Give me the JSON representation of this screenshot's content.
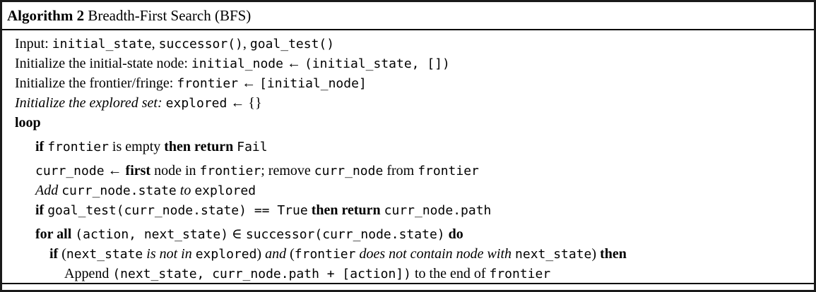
{
  "colors": {
    "background": "#ffffff",
    "frame_border": "#1a1a1a",
    "rule": "#000000",
    "text": "#000000"
  },
  "header": {
    "label": "Algorithm 2",
    "title": " Breadth-First Search (BFS)"
  },
  "lines": [
    {
      "indent": 0,
      "gap": false,
      "runs": [
        {
          "style": "rm",
          "text": "Input: "
        },
        {
          "style": "tt",
          "text": "initial_state"
        },
        {
          "style": "rm",
          "text": ", "
        },
        {
          "style": "tt",
          "text": "successor()"
        },
        {
          "style": "rm",
          "text": ", "
        },
        {
          "style": "tt",
          "text": "goal_test()"
        }
      ]
    },
    {
      "indent": 0,
      "gap": false,
      "runs": [
        {
          "style": "rm",
          "text": "Initialize the initial-state node: "
        },
        {
          "style": "tt",
          "text": "initial_node"
        },
        {
          "style": "rm",
          "text": " ← "
        },
        {
          "style": "tt",
          "text": "(initial_state, [])"
        }
      ]
    },
    {
      "indent": 0,
      "gap": false,
      "runs": [
        {
          "style": "rm",
          "text": "Initialize the frontier/fringe: "
        },
        {
          "style": "tt",
          "text": "frontier"
        },
        {
          "style": "rm",
          "text": " ← "
        },
        {
          "style": "tt",
          "text": "[initial_node]"
        }
      ]
    },
    {
      "indent": 0,
      "gap": false,
      "runs": [
        {
          "style": "it",
          "text": "Initialize the explored set: "
        },
        {
          "style": "tt",
          "text": "explored"
        },
        {
          "style": "rm",
          "text": " ← {}"
        }
      ]
    },
    {
      "indent": 0,
      "gap": false,
      "runs": [
        {
          "style": "b",
          "text": "loop"
        }
      ]
    },
    {
      "indent": 1,
      "gap": true,
      "runs": [
        {
          "style": "b",
          "text": "if "
        },
        {
          "style": "tt",
          "text": "frontier"
        },
        {
          "style": "rm",
          "text": " is empty "
        },
        {
          "style": "b",
          "text": "then return "
        },
        {
          "style": "tt",
          "text": "Fail"
        }
      ]
    },
    {
      "indent": 1,
      "gap": true,
      "runs": [
        {
          "style": "tt",
          "text": "curr_node"
        },
        {
          "style": "rm",
          "text": " ← "
        },
        {
          "style": "b",
          "text": "first"
        },
        {
          "style": "rm",
          "text": " node in "
        },
        {
          "style": "tt",
          "text": "frontier"
        },
        {
          "style": "rm",
          "text": "; remove "
        },
        {
          "style": "tt",
          "text": "curr_node"
        },
        {
          "style": "rm",
          "text": " from "
        },
        {
          "style": "tt",
          "text": "frontier"
        }
      ]
    },
    {
      "indent": 1,
      "gap": false,
      "runs": [
        {
          "style": "it",
          "text": "Add "
        },
        {
          "style": "tt",
          "text": "curr_node.state"
        },
        {
          "style": "it",
          "text": " to "
        },
        {
          "style": "tt",
          "text": "explored"
        }
      ]
    },
    {
      "indent": 1,
      "gap": false,
      "runs": [
        {
          "style": "b",
          "text": "if "
        },
        {
          "style": "tt",
          "text": "goal_test(curr_node.state) == True"
        },
        {
          "style": "b",
          "text": " then return "
        },
        {
          "style": "tt",
          "text": "curr_node.path"
        }
      ]
    },
    {
      "indent": 1,
      "gap": true,
      "runs": [
        {
          "style": "b",
          "text": "for all "
        },
        {
          "style": "tt",
          "text": "(action, next_state)"
        },
        {
          "style": "rm",
          "text": " ∈ "
        },
        {
          "style": "tt",
          "text": "successor(curr_node.state)"
        },
        {
          "style": "b",
          "text": " do"
        }
      ]
    },
    {
      "indent": 2,
      "gap": false,
      "runs": [
        {
          "style": "b",
          "text": "if "
        },
        {
          "style": "rm",
          "text": "("
        },
        {
          "style": "tt",
          "text": "next_state"
        },
        {
          "style": "it",
          "text": " is not in "
        },
        {
          "style": "tt",
          "text": "explored"
        },
        {
          "style": "rm",
          "text": ") "
        },
        {
          "style": "it",
          "text": "and"
        },
        {
          "style": "rm",
          "text": " ("
        },
        {
          "style": "tt",
          "text": "frontier"
        },
        {
          "style": "it",
          "text": " does not contain node with "
        },
        {
          "style": "tt",
          "text": "next_state"
        },
        {
          "style": "rm",
          "text": ") "
        },
        {
          "style": "b",
          "text": "then"
        }
      ]
    },
    {
      "indent": 3,
      "gap": false,
      "runs": [
        {
          "style": "rm",
          "text": "Append "
        },
        {
          "style": "tt",
          "text": "(next_state, curr_node.path + [action])"
        },
        {
          "style": "rm",
          "text": " to the end of "
        },
        {
          "style": "tt",
          "text": "frontier"
        }
      ]
    }
  ]
}
